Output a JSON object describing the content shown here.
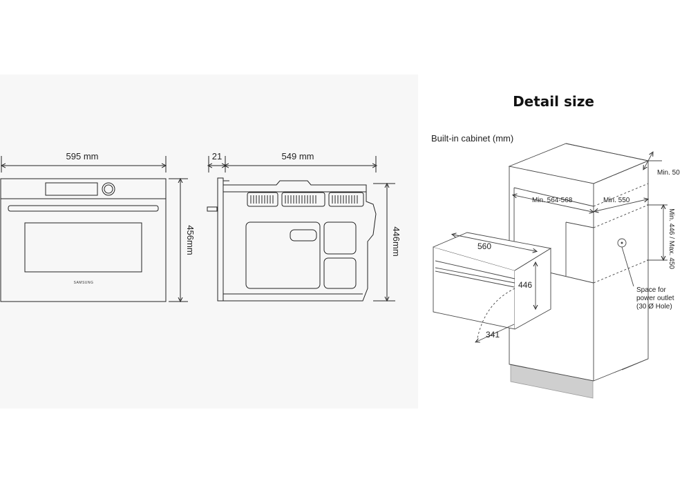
{
  "front_view": {
    "width_label": "595 mm",
    "height_label": "456mm",
    "brand": "SAMSUNG"
  },
  "side_view": {
    "door_depth_label": "21",
    "depth_label": "549 mm",
    "height_label": "446mm"
  },
  "detail": {
    "title": "Detail size",
    "subtitle": "Built-in cabinet (mm)",
    "min_top_gap": "Min. 50",
    "min_width": "Min. 564-568",
    "min_depth": "Min. 550",
    "height_range": "Min. 446 / Max. 450",
    "oven_width": "560",
    "oven_height": "446",
    "door_swing": "341",
    "outlet_note_line1": "Space for",
    "outlet_note_line2": "power outlet",
    "outlet_note_line3": "(30 Ø Hole)"
  }
}
